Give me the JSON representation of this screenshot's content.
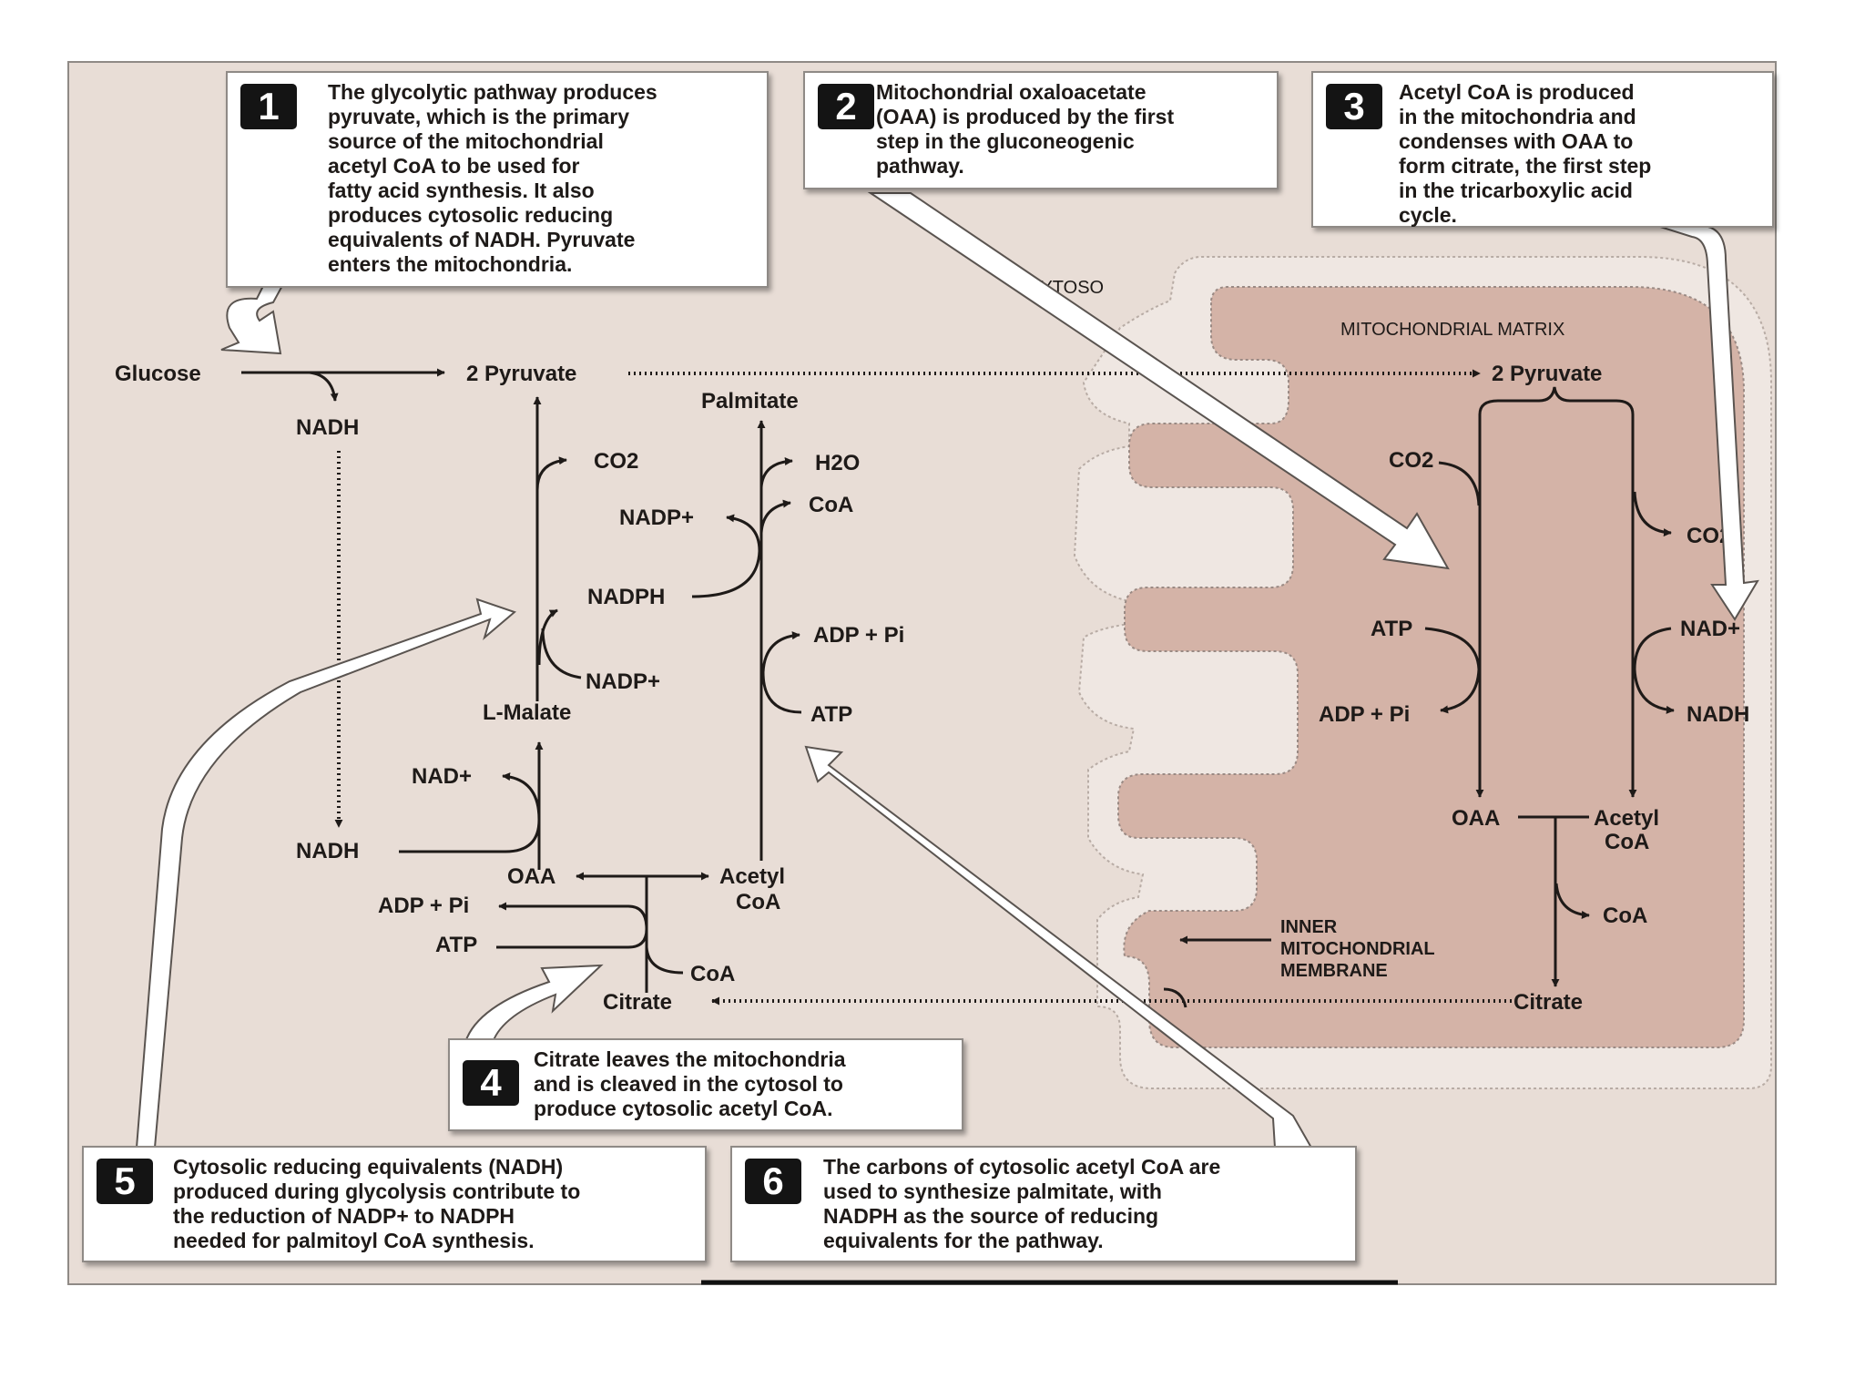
{
  "colors": {
    "background": "#e8ddd6",
    "matrix": "#d4b3a7",
    "membrane": "#efe7e2",
    "ink": "#1e1a18"
  },
  "compartments": {
    "cytosol": "CYTOSO",
    "matrix": "MITOCHONDRIAL MATRIX",
    "membrane_line1": "INNER",
    "membrane_line2": "MITOCHONDRIAL",
    "membrane_line3": "MEMBRANE"
  },
  "labels": {
    "glucose": "Glucose",
    "pyruvate_cyto": "2 Pyruvate",
    "nadh_top": "NADH",
    "nadh_bottom": "NADH",
    "co2_cyto": "CO2",
    "nadp_plus_1": "NADP+",
    "nadph": "NADPH",
    "nadp_plus_2": "NADP+",
    "l_malate": "L-Malate",
    "nad_plus_cyto": "NAD+",
    "oaa_cyto": "OAA",
    "acetyl_cyto_1": "Acetyl",
    "acetyl_cyto_2": "CoA",
    "adp_pi_cyto": "ADP + Pi",
    "atp_cyto": "ATP",
    "coa_citrate": "CoA",
    "citrate_cyto": "Citrate",
    "palmitate": "Palmitate",
    "h2o": "H2O",
    "coa_palm": "CoA",
    "adp_pi_palm": "ADP + Pi",
    "atp_palm": "ATP",
    "pyruvate_mito": "2 Pyruvate",
    "co2_mito_left": "CO2",
    "co2_mito_right": "CO2",
    "atp_mito": "ATP",
    "adp_pi_mito": "ADP + Pi",
    "nad_plus_mito": "NAD+",
    "nadh_mito": "NADH",
    "oaa_mito": "OAA",
    "acetyl_mito_1": "Acetyl",
    "acetyl_mito_2": "CoA",
    "coa_mito": "CoA",
    "citrate_mito": "Citrate"
  },
  "callouts": [
    {
      "number": "1",
      "lines": [
        "The glycolytic pathway produces",
        "pyruvate, which is the primary",
        "source of the mitochondrial",
        "acetyl CoA to be used for",
        "fatty acid synthesis.  It also",
        "produces cytosolic reducing",
        "equivalents of NADH. Pyruvate",
        "enters the mitochondria."
      ]
    },
    {
      "number": "2",
      "lines": [
        "Mitochondrial oxaloacetate",
        "(OAA) is produced by the first",
        "step in the gluconeogenic",
        "pathway."
      ]
    },
    {
      "number": "3",
      "lines": [
        "Acetyl CoA is produced",
        "in the mitochondria and",
        "condenses with OAA to",
        "form citrate, the first step",
        "in the tricarboxylic acid",
        "cycle."
      ]
    },
    {
      "number": "4",
      "lines": [
        "Citrate leaves the mitochondria",
        "and is cleaved in the cytosol to",
        "produce cytosolic acetyl CoA."
      ]
    },
    {
      "number": "5",
      "lines": [
        "Cytosolic reducing equivalents (NADH)",
        "produced during glycolysis contribute to",
        "the reduction of NADP+ to NADPH",
        "needed for palmitoyl CoA synthesis."
      ]
    },
    {
      "number": "6",
      "lines": [
        "The carbons of cytosolic acetyl CoA are",
        "used to synthesize palmitate, with",
        "NADPH as the source of reducing",
        "equivalents for the pathway."
      ]
    }
  ]
}
